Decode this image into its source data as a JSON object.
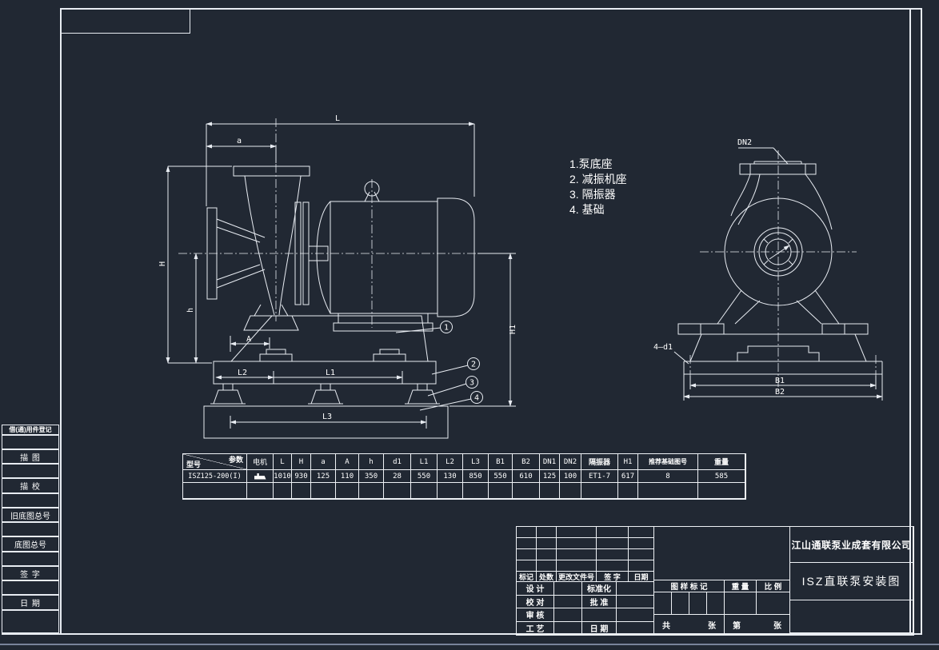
{
  "sheet": {
    "bg": "#212833",
    "line_color": "#e8ecf2",
    "ui_divider_color": "#79839a"
  },
  "sidebar": {
    "items": [
      {
        "label": "借(通)用件登记"
      },
      {
        "label": "描  图"
      },
      {
        "label": "描  校"
      },
      {
        "label": "旧底图总号"
      },
      {
        "label": "底图总号"
      },
      {
        "label": "签  字"
      },
      {
        "label": "日  期"
      }
    ]
  },
  "notes": {
    "lines": [
      "1.泵底座",
      "2. 减振机座",
      "3. 隔振器",
      "4. 基础"
    ]
  },
  "side_view": {
    "dims": {
      "L": "L",
      "a": "a",
      "H": "H",
      "h": "h",
      "H1": "H1",
      "A": "A",
      "L1": "L1",
      "L2": "L2",
      "L3": "L3"
    },
    "balloons": [
      "1",
      "2",
      "3",
      "4"
    ]
  },
  "front_view": {
    "dims": {
      "DN2": "DN2",
      "bolt": "4—d1",
      "B1": "B1",
      "B2": "B2"
    }
  },
  "dim_table": {
    "corner_top": "参数",
    "corner_bottom": "型号",
    "headers": [
      "电机",
      "L",
      "H",
      "a",
      "A",
      "h",
      "d1",
      "L1",
      "L2",
      "L3",
      "B1",
      "B2",
      "DN1",
      "DN2",
      "隔振器",
      "H1",
      "推荐基础图号",
      "重量"
    ],
    "row": {
      "model": "ISZ125-200(I)",
      "motor_icon": "motor-symbol",
      "values": [
        "1010",
        "930",
        "125",
        "110",
        "350",
        "28",
        "550",
        "130",
        "850",
        "550",
        "610",
        "125",
        "100",
        "ET1-7",
        "617",
        "8",
        "585"
      ]
    }
  },
  "title_block": {
    "company": "江山通联泵业成套有限公司",
    "drawing_title": "ISZ直联泵安装图",
    "rev_headers": [
      "标记",
      "处数",
      "更改文件号",
      "签 字",
      "日期"
    ],
    "sign_rows": [
      {
        "a": "设  计",
        "b": "标准化"
      },
      {
        "a": "校  对",
        "b": "批  准"
      },
      {
        "a": "审  核",
        "b": ""
      },
      {
        "a": "工  艺",
        "b": "日  期"
      }
    ],
    "stamp": {
      "mark": "图 样 标 记",
      "weight": "重 量",
      "scale": "比 例"
    },
    "sheet_row": {
      "l1": "共",
      "l2": "张",
      "r1": "第",
      "r2": "张"
    }
  }
}
